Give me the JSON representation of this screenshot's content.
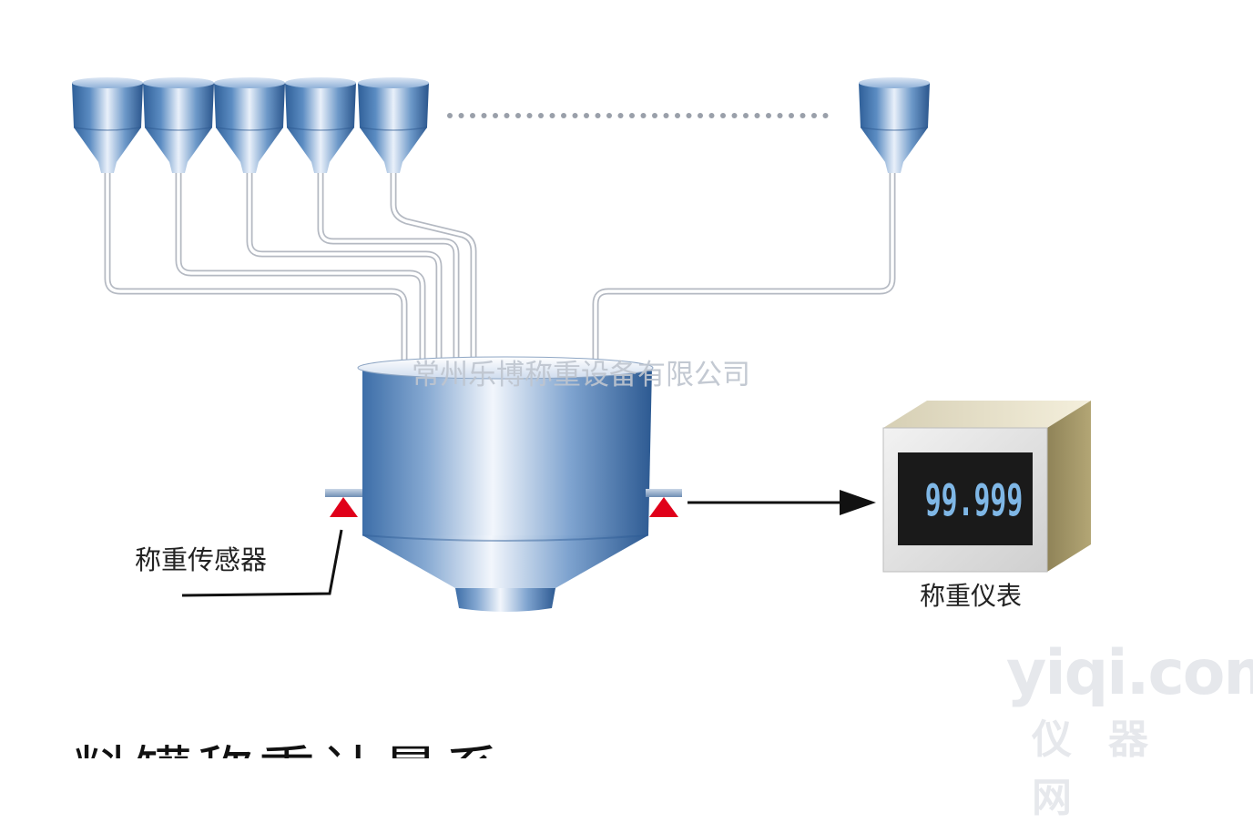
{
  "labels": {
    "company": "常州乐博称重设备有限公司",
    "sensor": "称重传感器",
    "meter": "称重仪表",
    "reading": "99.999"
  },
  "watermark": {
    "en": "yiqi.com",
    "cn": "仪器网"
  },
  "bottom_title_partial": "料罐称重计量系统",
  "colors": {
    "hopper_blue": "#3d6fa8",
    "sensor_red": "#e0001a",
    "display_bg": "#1a1a1a",
    "digit_blue": "#7fb7e6",
    "meter_box_side": "#a89a6a",
    "pipe_outline": "#b8bcc4"
  }
}
